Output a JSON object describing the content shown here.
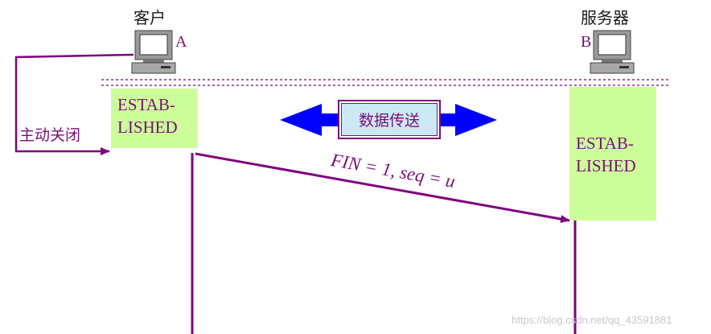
{
  "client": {
    "name": "客户",
    "letter": "A",
    "icon": "computer-icon"
  },
  "server": {
    "name": "服务器",
    "letter": "B",
    "icon": "computer-icon"
  },
  "client_state": {
    "lines": [
      "ESTAB-",
      "LISHED"
    ]
  },
  "server_state": {
    "lines": [
      "ESTAB-",
      "LISHED"
    ]
  },
  "active_close_label": "主动关闭",
  "data_transfer_label": "数据传送",
  "segment_label": "FIN = 1, seq = u",
  "watermark": "https://blog.csdn.net/qq_43591881",
  "colors": {
    "line": "#800080",
    "state_fill": "#ccff99",
    "data_arrow": "#0000ff",
    "data_box_fill": "#cce8f4"
  }
}
